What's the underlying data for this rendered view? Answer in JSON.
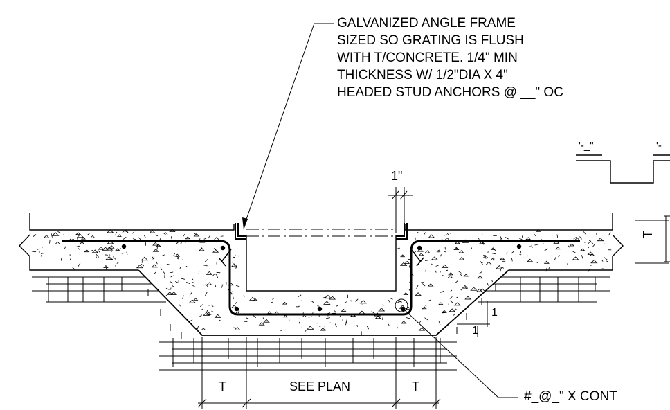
{
  "callout_frame": {
    "lines": [
      "GALVANIZED ANGLE FRAME",
      "SIZED SO GRATING IS FLUSH",
      "WITH T/CONCRETE.  1/4\" MIN",
      "THICKNESS W/ 1/2\"DIA X 4\"",
      "HEADED STUD ANCHORS @ __\" OC"
    ]
  },
  "callout_rebar": "#_@_\" X CONT",
  "dimensions": {
    "top_gap": "1\"",
    "thickness_right": "T",
    "slope_rise": "1",
    "slope_run": "1",
    "left_t": "T",
    "see_plan": "SEE PLAN",
    "right_t": "T"
  },
  "detail_ref": {
    "left": "'-_\"",
    "right": "'-"
  },
  "colors": {
    "line": "#000000",
    "background": "#ffffff"
  }
}
